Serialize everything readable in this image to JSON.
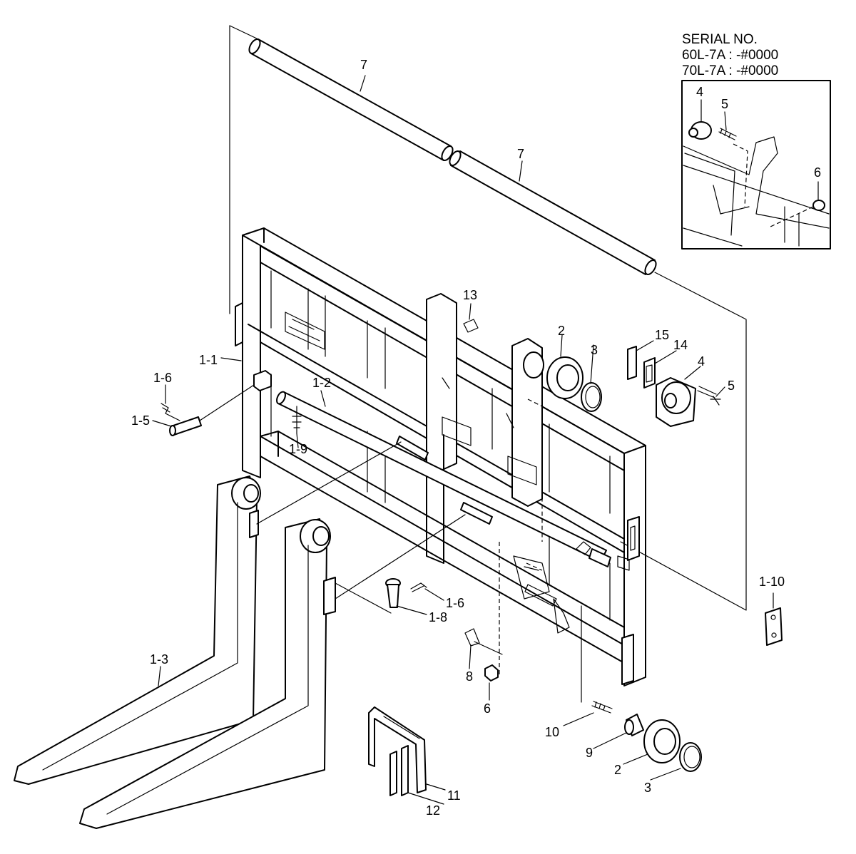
{
  "serial_box": {
    "heading": "SERIAL NO.",
    "line_1": "60L-7A : -#0000",
    "line_2": "70L-7A : -#0000",
    "callouts": [
      "4",
      "5",
      "6"
    ]
  },
  "callouts": [
    "7",
    "7",
    "13",
    "2",
    "3",
    "15",
    "14",
    "4",
    "5",
    "1-1",
    "1-6",
    "1-5",
    "1-2",
    "1-9",
    "1-10",
    "1-6",
    "1-8",
    "1-3",
    "8",
    "6",
    "10",
    "9",
    "2",
    "3",
    "11",
    "12"
  ]
}
